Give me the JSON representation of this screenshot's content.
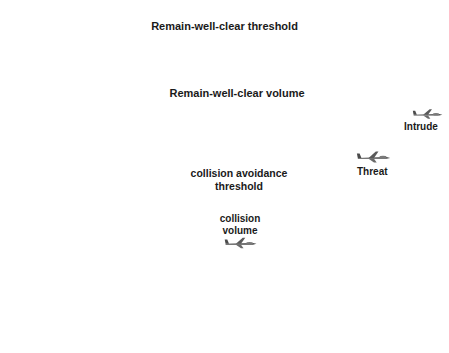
{
  "diagram": {
    "nodes": [
      {
        "text": [
          "Remain-well-clear threshold"
        ]
      },
      {
        "text": [
          "Remain-well-clear volume"
        ],
        "in": 0
      },
      {
        "text": [
          "collision avoidance threshold"
        ],
        "in": 1
      },
      {
        "text": [
          "collision volume"
        ],
        "in": 2
      }
    ],
    "labels": [
      "Intrude",
      "Threat"
    ]
  }
}
